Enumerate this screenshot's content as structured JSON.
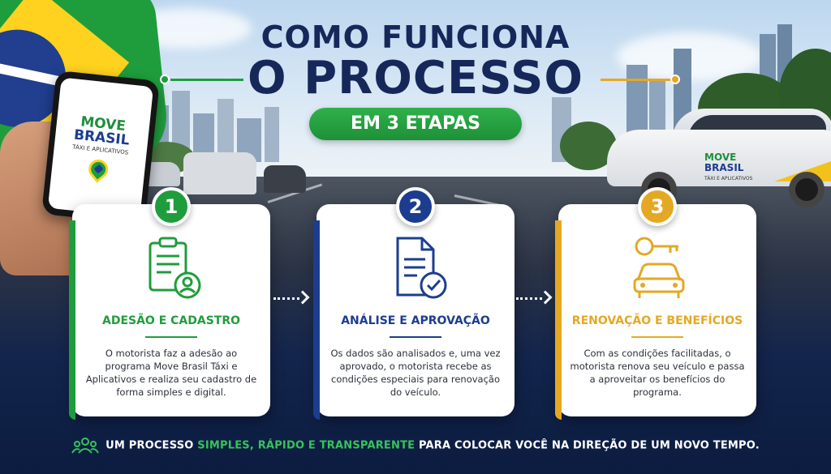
{
  "header": {
    "title_line1": "COMO FUNCIONA",
    "title_line2": "O PROCESSO",
    "subtitle": "EM 3 ETAPAS"
  },
  "brand": {
    "name_line1": "MOVE",
    "name_line2": "BRASIL",
    "tagline": "TÁXI E APLICATIVOS"
  },
  "steps": [
    {
      "number": "1",
      "title": "ADESÃO E CADASTRO",
      "text": "O motorista faz a adesão ao programa Move Brasil Táxi e Aplicativos e realiza seu cadastro de forma simples e digital.",
      "icon": "clipboard-user-icon",
      "color": "#1f9d3c"
    },
    {
      "number": "2",
      "title": "ANÁLISE E APROVAÇÃO",
      "text": "Os dados são analisados e, uma vez aprovado, o motorista recebe as condições especiais para renovação do veículo.",
      "icon": "document-check-icon",
      "color": "#1c3d8f"
    },
    {
      "number": "3",
      "title": "RENOVAÇÃO E BENEFÍCIOS",
      "text": "Com as condições facilitadas, o motorista renova seu veículo e passa a aproveitar os benefícios do programa.",
      "icon": "key-car-icon",
      "color": "#e5a823"
    }
  ],
  "footer": {
    "part1": "UM PROCESSO ",
    "highlight": "SIMPLES, RÁPIDO E TRANSPARENTE",
    "part2": " PARA COLOCAR VOCÊ NA DIREÇÃO DE UM NOVO TEMPO.",
    "icon": "people-group-icon"
  },
  "colors": {
    "navy": "#16275a",
    "green": "#1f9d3c",
    "blue": "#1c3d8f",
    "gold": "#e5a823",
    "footer_highlight": "#37c35a"
  }
}
